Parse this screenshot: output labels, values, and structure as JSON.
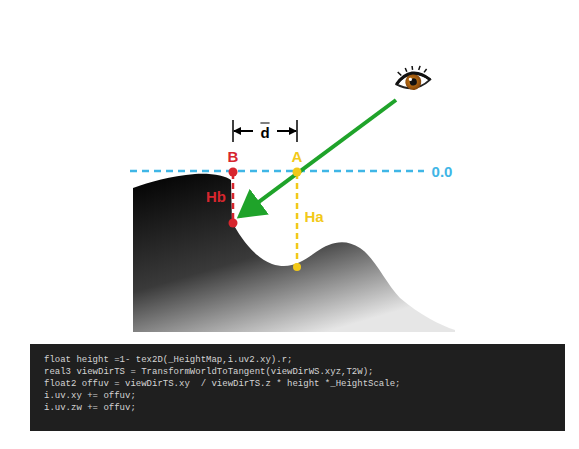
{
  "diagram": {
    "nodes": [
      {
        "text": [
          "float height =1- tex2D(_HeightMap,i.uv2.xy).r;",
          "real3 viewDirTS = TransformWorldToTangent(viewDirWS.xyz,T2W);",
          "float2 offuv = viewDirTS.xy  / viewDirTS.z * height *_HeightScale;",
          "i.uv.xy += offuv;",
          "i.uv.zw += offuv;"
        ]
      }
    ],
    "labels": [
      "d",
      "B",
      "A",
      "0.0",
      "Hb",
      "Ha"
    ]
  }
}
